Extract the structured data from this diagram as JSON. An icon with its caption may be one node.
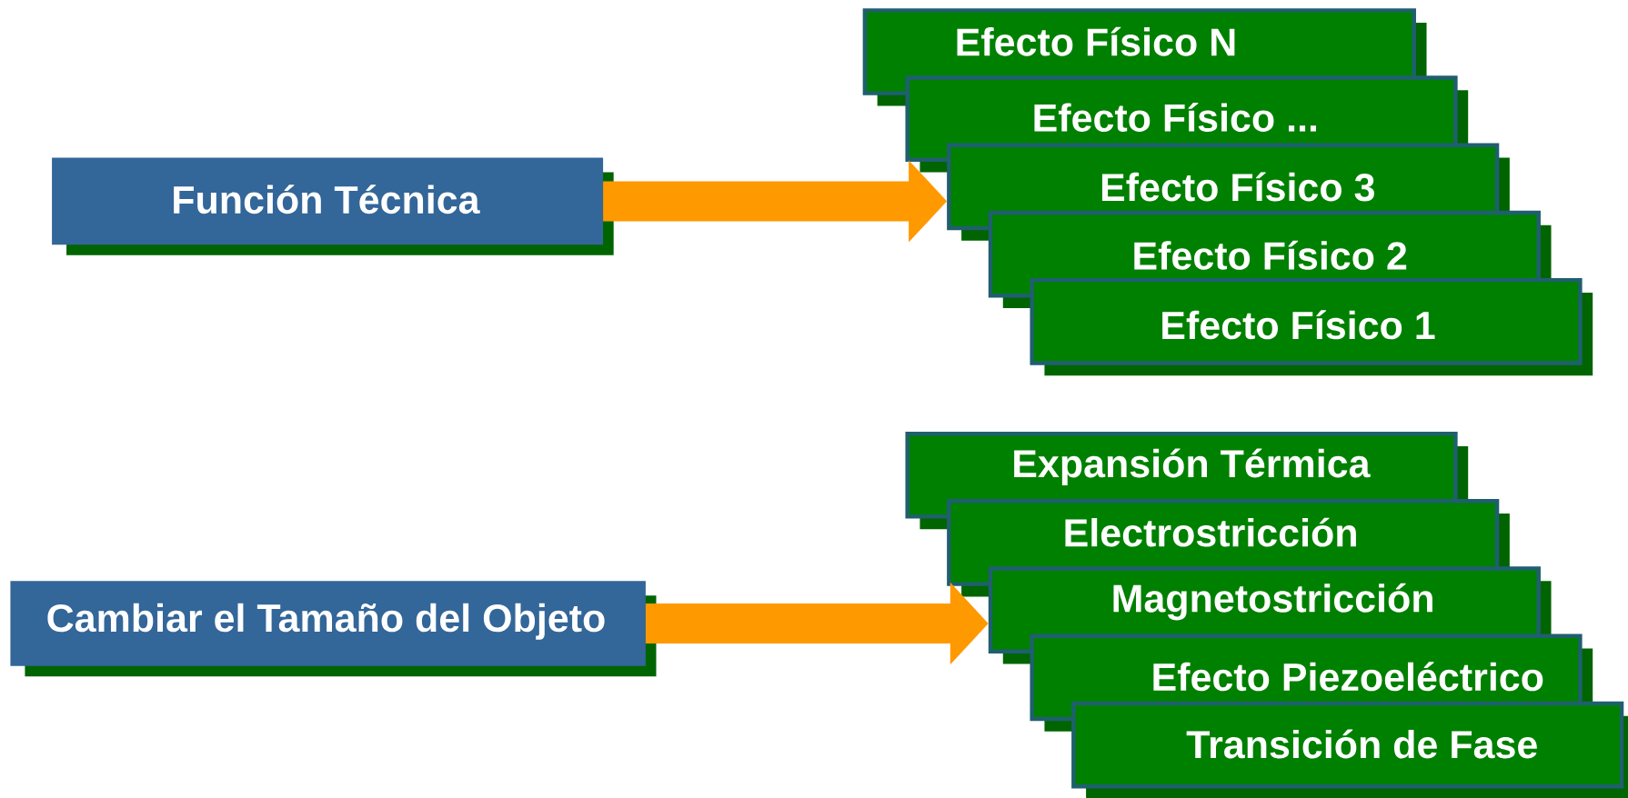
{
  "diagram": {
    "nodes": [
      {
        "text": [
          "Función Técnica"
        ]
      },
      {
        "text": [
          "Efecto Físico N"
        ]
      },
      {
        "text": [
          "Efecto Físico ..."
        ]
      },
      {
        "text": [
          "Efecto Físico 3"
        ]
      },
      {
        "text": [
          "Efecto Físico 2"
        ]
      },
      {
        "text": [
          "Efecto Físico 1"
        ]
      },
      {
        "text": [
          "Cambiar el Tamaño del Objeto"
        ]
      },
      {
        "text": [
          "Expansión Térmica"
        ]
      },
      {
        "text": [
          "Electrostricción"
        ]
      },
      {
        "text": [
          "Magnetostricción"
        ]
      },
      {
        "text": [
          "Efecto Piezoeléctrico"
        ]
      },
      {
        "text": [
          "Transición de Fase"
        ]
      }
    ],
    "edges": [
      {
        "from": 0,
        "to": 3,
        "arrow": "to"
      },
      {
        "from": 6,
        "to": 9,
        "arrow": "to"
      }
    ]
  }
}
